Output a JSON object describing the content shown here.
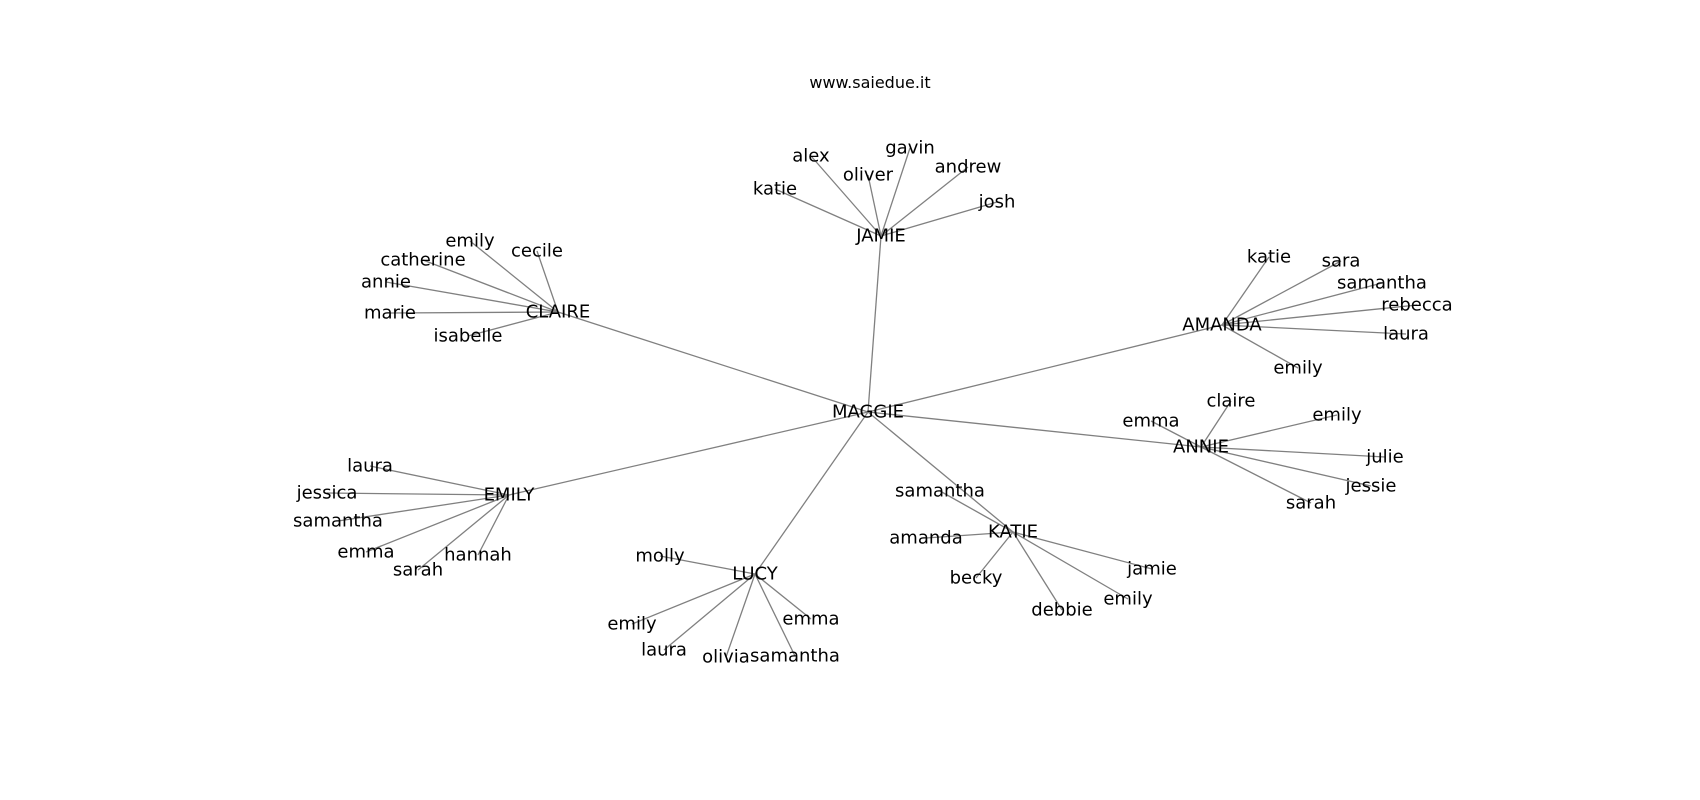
{
  "header": {
    "watermark": "www.saiedue.it"
  },
  "graph": {
    "center": "MAGGIE",
    "clusters": [
      {
        "id": "jamie",
        "name": "JAMIE",
        "children": [
          "katie",
          "alex",
          "oliver",
          "gavin",
          "andrew",
          "josh"
        ]
      },
      {
        "id": "claire",
        "name": "CLAIRE",
        "children": [
          "emily",
          "cecile",
          "catherine",
          "annie",
          "marie",
          "isabelle"
        ]
      },
      {
        "id": "amanda",
        "name": "AMANDA",
        "children": [
          "katie",
          "sara",
          "samantha",
          "rebecca",
          "laura",
          "emily"
        ]
      },
      {
        "id": "annie",
        "name": "ANNIE",
        "children": [
          "claire",
          "emma",
          "emily",
          "julie",
          "jessie",
          "sarah"
        ]
      },
      {
        "id": "emily",
        "name": "EMILY",
        "children": [
          "laura",
          "jessica",
          "samantha",
          "emma",
          "sarah",
          "hannah"
        ]
      },
      {
        "id": "katie",
        "name": "KATIE",
        "children": [
          "samantha",
          "amanda",
          "becky",
          "debbie",
          "emily",
          "jamie"
        ]
      },
      {
        "id": "lucy",
        "name": "LUCY",
        "children": [
          "molly",
          "emily",
          "laura",
          "olivia",
          "samantha",
          "emma"
        ]
      }
    ]
  }
}
